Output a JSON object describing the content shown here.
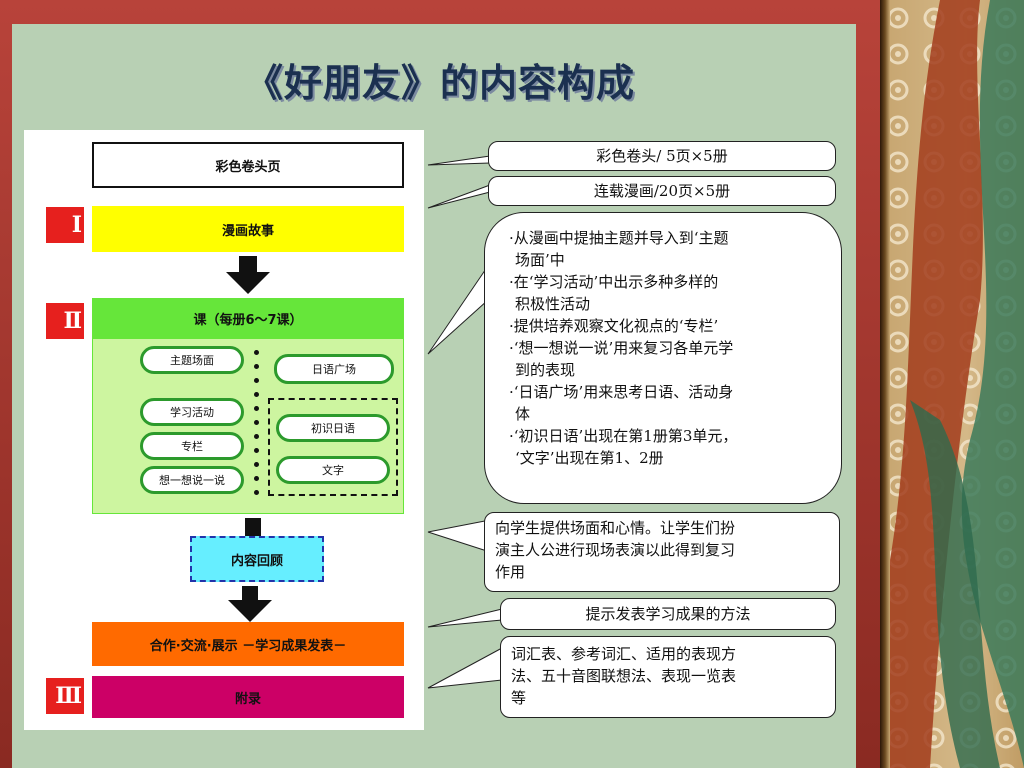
{
  "title": "《好朋友》的内容构成",
  "diagram": {
    "section_top": "彩色卷头页",
    "section_manga": "漫画故事",
    "section_lessons": "课（每册6～7课）",
    "pill_theme": "主题场面",
    "pill_activity": "学习活动",
    "pill_column": "专栏",
    "pill_think": "想一想说一说",
    "pill_square": "日语广场",
    "pill_first": "初识日语",
    "pill_script": "文字",
    "section_review": "内容回顾",
    "section_present": "合作·交流·展示 －学习成果发表－",
    "section_appendix": "附录",
    "roman_1": "Ⅰ",
    "roman_2": "Ⅱ",
    "roman_3": "Ⅲ"
  },
  "callouts": {
    "color_pages": "彩色卷头/ 5页×5册",
    "manga_pages": "连载漫画/20页×5册",
    "lesson_lines": [
      "·从漫画中提抽主题并导入到‘主题",
      "场面’中",
      "·在‘学习活动’中出示多种多样的",
      "积极性活动",
      "·提供培养观察文化视点的‘专栏’",
      "·‘想一想说一说’用来复习各单元学",
      "到的表现",
      "·‘日语广场’用来思考日语、活动身",
      "体",
      "·‘初识日语’出现在第1册第3单元，",
      "‘文字’出现在第1、2册"
    ],
    "review_lines": [
      "向学生提供场面和心情。让学生们扮",
      "演主人公进行现场表演以此得到复习",
      "作用"
    ],
    "present": "提示发表学习成果的方法",
    "appendix_lines": [
      "词汇表、参考词汇、适用的表现方",
      "法、五十音图联想法、表现一览表",
      "等"
    ]
  },
  "colors": {
    "manga": "#ffff00",
    "lessons_header": "#66e63a",
    "lessons_body": "#cdf5a0",
    "review": "#66eeff",
    "present": "#ff6a00",
    "appendix": "#cc0066",
    "roman": "#e6201e"
  }
}
